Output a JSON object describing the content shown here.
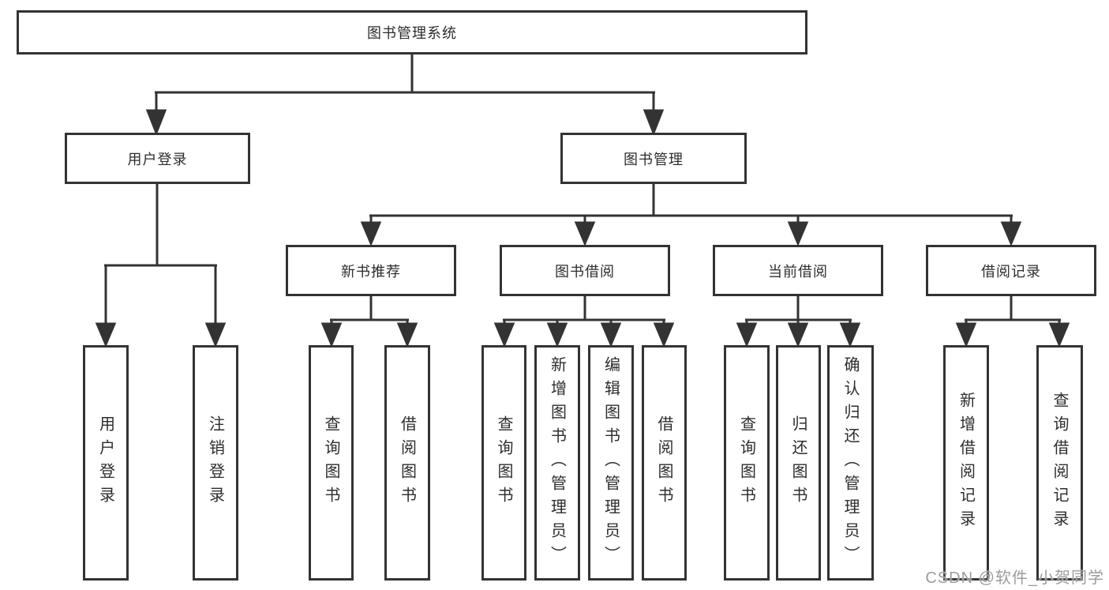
{
  "diagram": {
    "type": "hierarchy-tree",
    "root": {
      "label": "图书管理系统"
    },
    "level2": [
      {
        "id": "user-login",
        "label": "用户登录",
        "parent": "图书管理系统"
      },
      {
        "id": "book-management",
        "label": "图书管理",
        "parent": "图书管理系统"
      }
    ],
    "level3": [
      {
        "id": "new-book-recommendation",
        "label": "新书推荐",
        "parent": "图书管理"
      },
      {
        "id": "book-borrowing",
        "label": "图书借阅",
        "parent": "图书管理"
      },
      {
        "id": "current-borrowing",
        "label": "当前借阅",
        "parent": "图书管理"
      },
      {
        "id": "borrowing-records",
        "label": "借阅记录",
        "parent": "图书管理"
      }
    ],
    "leaves": [
      {
        "label": "用户登录",
        "parent": "用户登录"
      },
      {
        "label": "注销登录",
        "parent": "用户登录"
      },
      {
        "label": "查询图书",
        "parent": "新书推荐"
      },
      {
        "label": "借阅图书",
        "parent": "新书推荐"
      },
      {
        "label": "查询图书",
        "parent": "图书借阅"
      },
      {
        "label": "新增图书（管理员）",
        "parent": "图书借阅"
      },
      {
        "label": "编辑图书（管理员）",
        "parent": "图书借阅"
      },
      {
        "label": "借阅图书",
        "parent": "图书借阅"
      },
      {
        "label": "查询图书",
        "parent": "当前借阅"
      },
      {
        "label": "归还图书",
        "parent": "当前借阅"
      },
      {
        "label": "确认归还（管理员）",
        "parent": "当前借阅"
      },
      {
        "label": "新增借阅记录",
        "parent": "借阅记录"
      },
      {
        "label": "查询借阅记录",
        "parent": "借阅记录"
      }
    ]
  },
  "watermark": {
    "text": "CSDN @软件_小贺同学"
  },
  "colors": {
    "line": "#333333",
    "box_border": "#333333",
    "text": "#2d2d2d",
    "watermark": "#9c9c9c",
    "background": "#ffffff"
  }
}
